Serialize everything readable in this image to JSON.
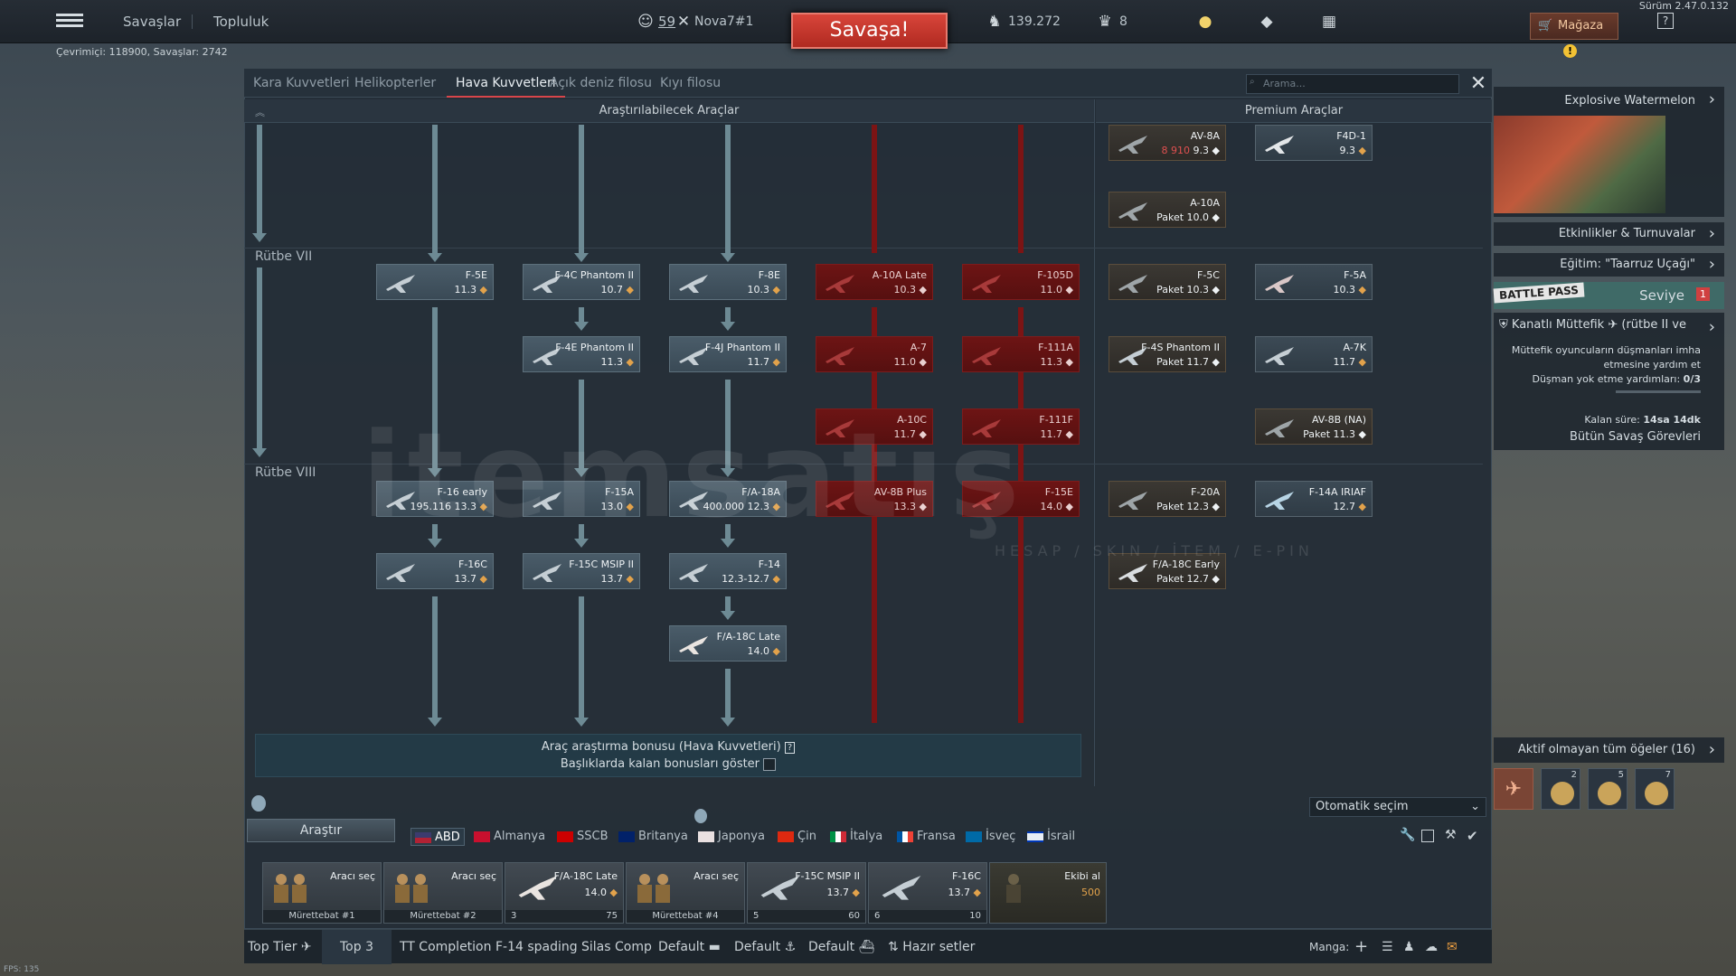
{
  "topbar": {
    "battles": "Savaşlar",
    "community": "Topluluk",
    "player_level": "59",
    "player_name": "Nova7#1",
    "battle_button": "Savaşa!",
    "silver_lions": "139.272",
    "gold_eagles": "8",
    "shop": "Mağaza",
    "version": "Sürüm 2.47.0.132",
    "online": "Çevrimiçi: 118900, Savaşlar: 2742"
  },
  "tabs": [
    "Kara Kuvvetleri",
    "Helikopterler",
    "Hava Kuvvetleri",
    "Açık deniz filosu",
    "Kıyı filosu"
  ],
  "search_placeholder": "Arama...",
  "headers": {
    "research": "Araştırılabilecek Araçlar",
    "premium": "Premium Araçlar"
  },
  "ranks": {
    "r7": "Rütbe VII",
    "r8": "Rütbe VIII"
  },
  "cards": {
    "f5e": {
      "name": "F-5E",
      "br": "11.3"
    },
    "f4c": {
      "name": "F-4C Phantom II",
      "br": "10.7"
    },
    "f8e": {
      "name": "F-8E",
      "br": "10.3"
    },
    "a10late": {
      "name": "A-10A Late",
      "br": "10.3"
    },
    "f105d": {
      "name": "F-105D",
      "br": "11.0"
    },
    "f4e": {
      "name": "F-4E Phantom II",
      "br": "11.3"
    },
    "f4j": {
      "name": "F-4J Phantom II",
      "br": "11.7"
    },
    "a7": {
      "name": "A-7",
      "br": "11.0"
    },
    "f111a": {
      "name": "F-111A",
      "br": "11.3"
    },
    "a10c": {
      "name": "A-10C",
      "br": "11.7"
    },
    "f111f": {
      "name": "F-111F",
      "br": "11.7"
    },
    "f16early": {
      "name": "F-16 early",
      "br": "13.3",
      "cost": "195.116"
    },
    "f15a": {
      "name": "F-15A",
      "br": "13.0"
    },
    "fa18a": {
      "name": "F/A-18A",
      "br": "12.3",
      "cost": "400.000"
    },
    "av8bplus": {
      "name": "AV-8B Plus",
      "br": "13.3"
    },
    "f15e": {
      "name": "F-15E",
      "br": "14.0"
    },
    "f16c": {
      "name": "F-16C",
      "br": "13.7"
    },
    "f15cmsip": {
      "name": "F-15C MSIP II",
      "br": "13.7"
    },
    "f14": {
      "name": "F-14",
      "br": "12.3-12.7"
    },
    "fa18clate": {
      "name": "F/A-18C Late",
      "br": "14.0"
    },
    "av8a": {
      "name": "AV-8A",
      "br": "9.3",
      "cost": "8 910"
    },
    "f4d1": {
      "name": "F4D-1",
      "br": "9.3"
    },
    "a10a": {
      "name": "A-10A",
      "br": "Paket 10.0"
    },
    "f5c": {
      "name": "F-5C",
      "br": "Paket 10.3"
    },
    "f5a": {
      "name": "F-5A",
      "br": "10.3"
    },
    "f4s": {
      "name": "F-4S Phantom II",
      "br": "Paket 11.7"
    },
    "a7k": {
      "name": "A-7K",
      "br": "11.7"
    },
    "av8bna": {
      "name": "AV-8B (NA)",
      "br": "Paket 11.3"
    },
    "f20a": {
      "name": "F-20A",
      "br": "Paket 12.3"
    },
    "f14airiaf": {
      "name": "F-14A IRIAF",
      "br": "12.7"
    },
    "fa18cearly": {
      "name": "F/A-18C Early",
      "br": "Paket 12.7"
    }
  },
  "bonus": {
    "line1": "Araç araştırma bonusu (Hava Kuvvetleri)",
    "line2": "Başlıklarda kalan bonusları göster"
  },
  "right": {
    "event": "Explosive Watermelon",
    "events": "Etkinlikler & Turnuvalar",
    "training": "Eğitim: \"Taarruz Uçağı\"",
    "battlepass": "BATTLE PASS",
    "level": "Seviye",
    "level_num": "1",
    "task_title": "Kanatlı Müttefik",
    "task_title_suffix": "(rütbe II ve",
    "task_desc1": "Müttefik oyuncuların düşmanları imha",
    "task_desc2": "etmesine yardım et",
    "task_desc3": "Düşman yok etme yardımları:",
    "task_progress": "0/3",
    "remaining": "Kalan süre:",
    "remaining_time": "14sa 14dk",
    "all_tasks": "Bütün Savaş Görevleri",
    "inactive": "Aktif olmayan tüm öğeler (16)",
    "items": [
      "2",
      "5",
      "7"
    ]
  },
  "research_btn": "Araştır",
  "auto_select": "Otomatik seçim",
  "nations": [
    "ABD",
    "Almanya",
    "SSCB",
    "Britanya",
    "Japonya",
    "Çin",
    "İtalya",
    "Fransa",
    "İsveç",
    "İsrail"
  ],
  "crew": [
    {
      "name": "Aracı seç",
      "br": "",
      "label": "Mürettebat #1"
    },
    {
      "name": "Aracı seç",
      "br": "",
      "label": "Mürettebat #2"
    },
    {
      "name": "F/A-18C Late",
      "br": "14.0",
      "label": "3",
      "extra": "75"
    },
    {
      "name": "Aracı seç",
      "br": "",
      "label": "Mürettebat #4"
    },
    {
      "name": "F-15C MSIP II",
      "br": "13.7",
      "label": "5",
      "extra": "60"
    },
    {
      "name": "F-16C",
      "br": "13.7",
      "label": "6",
      "extra": "10"
    },
    {
      "name": "Ekibi al",
      "br": "500",
      "label": ""
    }
  ],
  "presets": [
    "Top Tier",
    "Top 3",
    "TT Completion",
    "F-14 spading",
    "Silas Comp",
    "Default",
    "Default",
    "Default",
    "Hazır setler"
  ],
  "squad_label": "Manga:",
  "fps": "FPS: 135",
  "watermark": "itemsatış",
  "watermark_sub": "HESAP / SKIN / İTEM / E-PIN",
  "colors": {
    "battle": "#c4362c",
    "tree_line": "#6d8a94",
    "red_line": "#7c1414",
    "active_tab": "#d8454a"
  }
}
